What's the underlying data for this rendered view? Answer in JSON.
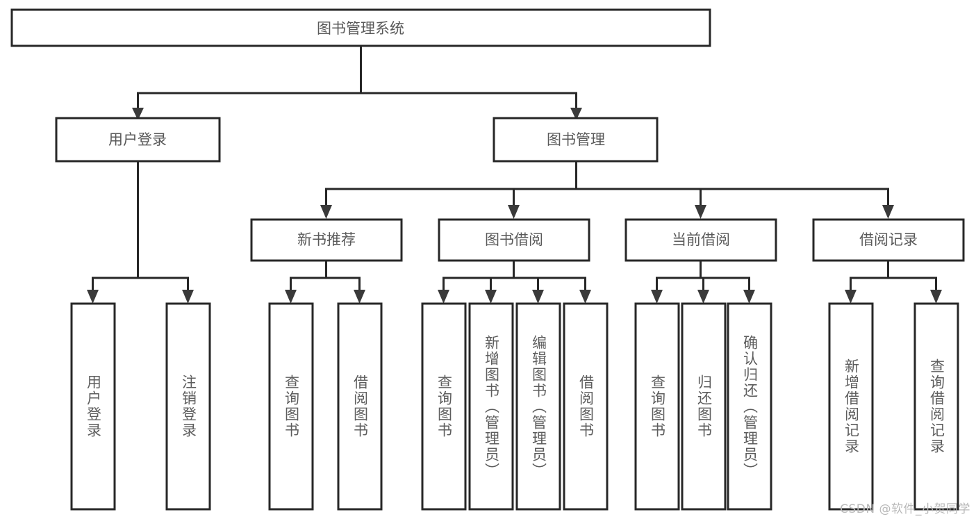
{
  "diagram": {
    "kind": "hierarchy-tree",
    "watermark": "CSDN @软件_小贺同学",
    "root": {
      "label": "图书管理系统"
    },
    "level2": [
      {
        "id": "user-login",
        "label": "用户登录"
      },
      {
        "id": "book-management",
        "label": "图书管理"
      }
    ],
    "level3": [
      {
        "id": "new-book-recommend",
        "label": "新书推荐"
      },
      {
        "id": "book-borrow",
        "label": "图书借阅"
      },
      {
        "id": "current-borrow",
        "label": "当前借阅"
      },
      {
        "id": "borrow-record",
        "label": "借阅记录"
      }
    ],
    "leaves": {
      "user_login": [
        {
          "id": "leaf-user-login",
          "label": "用户登录"
        },
        {
          "id": "leaf-logout-login",
          "label": "注销登录"
        }
      ],
      "new_book_recommend": [
        {
          "id": "leaf-query-book-1",
          "label": "查询图书"
        },
        {
          "id": "leaf-borrow-book-1",
          "label": "借阅图书"
        }
      ],
      "book_borrow": [
        {
          "id": "leaf-query-book-2",
          "label": "查询图书"
        },
        {
          "id": "leaf-add-book",
          "label": "新增图书（管理员）"
        },
        {
          "id": "leaf-edit-book",
          "label": "编辑图书（管理员）"
        },
        {
          "id": "leaf-borrow-book-2",
          "label": "借阅图书"
        }
      ],
      "current_borrow": [
        {
          "id": "leaf-query-book-3",
          "label": "查询图书"
        },
        {
          "id": "leaf-return-book",
          "label": "归还图书"
        },
        {
          "id": "leaf-confirm-return",
          "label": "确认归还（管理员）"
        }
      ],
      "borrow_record": [
        {
          "id": "leaf-add-record",
          "label": "新增借阅记录"
        },
        {
          "id": "leaf-query-record",
          "label": "查询借阅记录"
        }
      ]
    },
    "colors": {
      "box_stroke": "#272727",
      "box_fill": "#ffffff",
      "text": "#5a5a5a",
      "watermark": "#b9b9b9"
    }
  }
}
